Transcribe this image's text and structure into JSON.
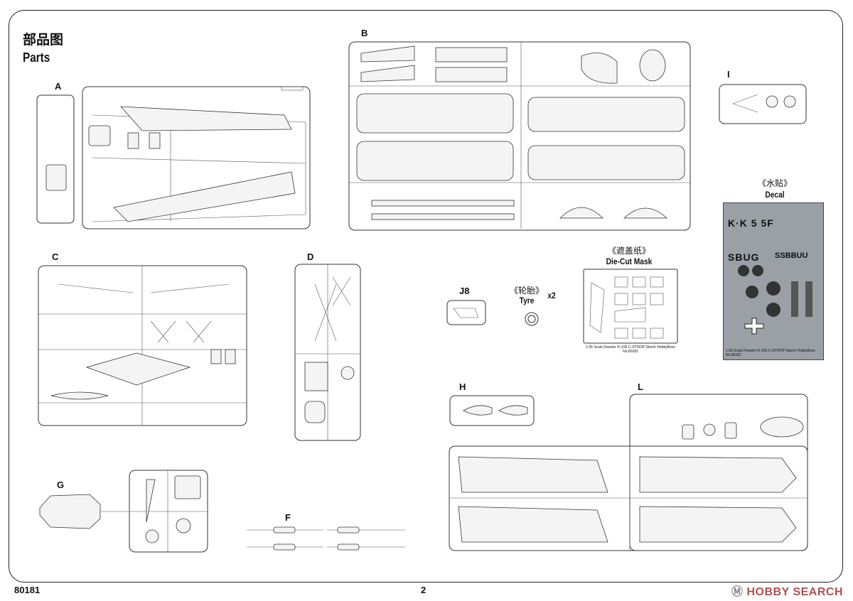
{
  "header": {
    "title_cn": "部品图",
    "title_en": "Parts"
  },
  "sprues": {
    "a": "A",
    "b": "B",
    "c": "C",
    "d": "D",
    "g": "G",
    "f": "F",
    "h": "H",
    "i": "I",
    "j8": "J8",
    "l": "L"
  },
  "mask": {
    "title_cn": "《遮盖纸》",
    "title_en": "Die-Cut Mask",
    "caption": "1:35 Scale Fieseler Fi-156 C-3/TROP Storch HobbyBoss No.80181"
  },
  "tyre": {
    "title_cn": "《轮胎》",
    "title_en": "Tyre",
    "count": "x2"
  },
  "decal": {
    "title_cn": "《水贴》",
    "title_en": "Decal",
    "row1": "K·K 5 5F",
    "row2": "SBUG",
    "row3": "SSBBUU",
    "caption": "1:35 Scale Fieseler Fi-156 C-3/TROP Storch HobbyBoss No.80181"
  },
  "footer": {
    "code": "80181",
    "page": "2"
  },
  "watermark": {
    "brand": "HOBBY SEARCH"
  }
}
